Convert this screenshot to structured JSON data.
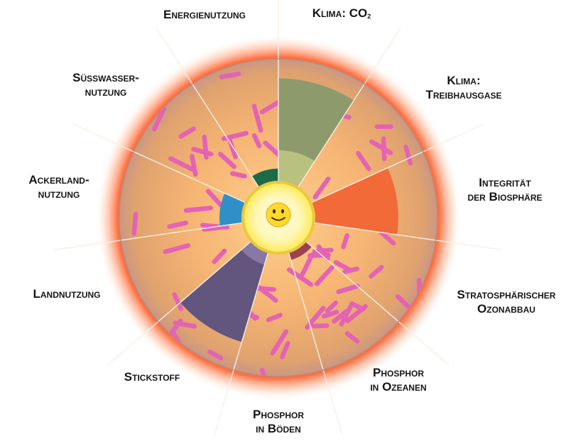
{
  "diagram": {
    "center_icon": "smiley-sun-icon",
    "colors": {
      "glow": "#ff3a12",
      "disc": "#f4b474",
      "dashes": "#e363b4",
      "sun": "#ffe84a",
      "radial_lines": "#f3e9dc"
    },
    "sectors": [
      {
        "key": "energy",
        "label": [
          "Energienutzung"
        ],
        "level": 0.1,
        "color": "#1c6a48",
        "inner_level": null
      },
      {
        "key": "co2",
        "label": [
          "Klima: CO",
          "2"
        ],
        "level": 0.84,
        "color": "#8d9a6c",
        "inner_level": 0.25,
        "inner_color": "#b8c17e"
      },
      {
        "key": "ghg",
        "label": [
          "Klima:",
          "Treibhausgase"
        ],
        "level": 0.0,
        "color": null,
        "inner_level": null
      },
      {
        "key": "bio",
        "label": [
          "Integrität",
          "der Biosphäre"
        ],
        "level": 0.68,
        "color": "#f26a38",
        "inner_level": null
      },
      {
        "key": "ozone",
        "label": [
          "Stratosphärischer",
          "Ozonabbau"
        ],
        "level": 0.0,
        "color": null,
        "inner_level": null
      },
      {
        "key": "p_ocean",
        "label": [
          "Phosphor",
          "in Ozeanen"
        ],
        "level": 0.06,
        "color": "#9e4052",
        "inner_level": null
      },
      {
        "key": "p_soil",
        "label": [
          "Phosphor",
          "in Böden"
        ],
        "level": 0.0,
        "color": null,
        "inner_level": null
      },
      {
        "key": "nitrogen",
        "label": [
          "Stickstoff"
        ],
        "level": 0.76,
        "color": "#62567e",
        "inner_level": 0.1,
        "inner_color": "#8878a5"
      },
      {
        "key": "land",
        "label": [
          "Landnutzung"
        ],
        "level": 0.0,
        "color": null,
        "inner_level": null
      },
      {
        "key": "cropland",
        "label": [
          "Ackerland-",
          "nutzung"
        ],
        "level": 0.18,
        "color": "#2f90c7",
        "inner_level": null
      },
      {
        "key": "freshwater",
        "label": [
          "Süsswasser-",
          "nutzung"
        ],
        "level": 0.0,
        "color": null,
        "inner_level": null
      }
    ]
  }
}
